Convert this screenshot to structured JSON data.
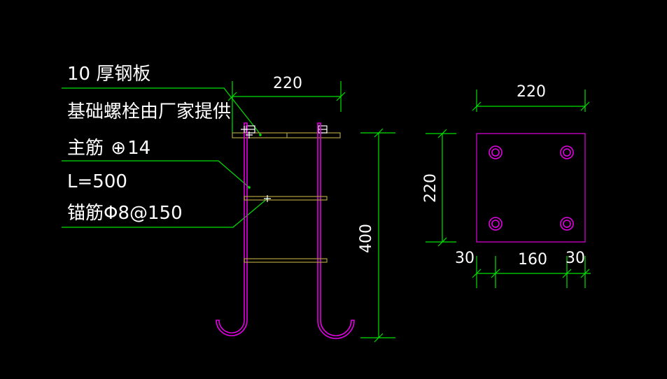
{
  "labels": {
    "plate": "10 厚钢板",
    "bolt_note": "基础螺栓由厂家提供",
    "main_rebar": "主筋 ",
    "main_rebar_spec": "14",
    "length": "L=500",
    "anchor_rebar": "锚筋Φ8@150"
  },
  "dimensions": {
    "elevation_width": "220",
    "elevation_height": "400",
    "plan_width": "220",
    "plan_height": "220",
    "plan_edge_left": "30",
    "plan_bolt_spacing": "160",
    "plan_edge_right": "30"
  },
  "colors": {
    "background": "#000000",
    "dimension_lines": "#00e100",
    "rebar": "#e000e0",
    "plate": "#b0a040",
    "text": "#ffffff"
  }
}
